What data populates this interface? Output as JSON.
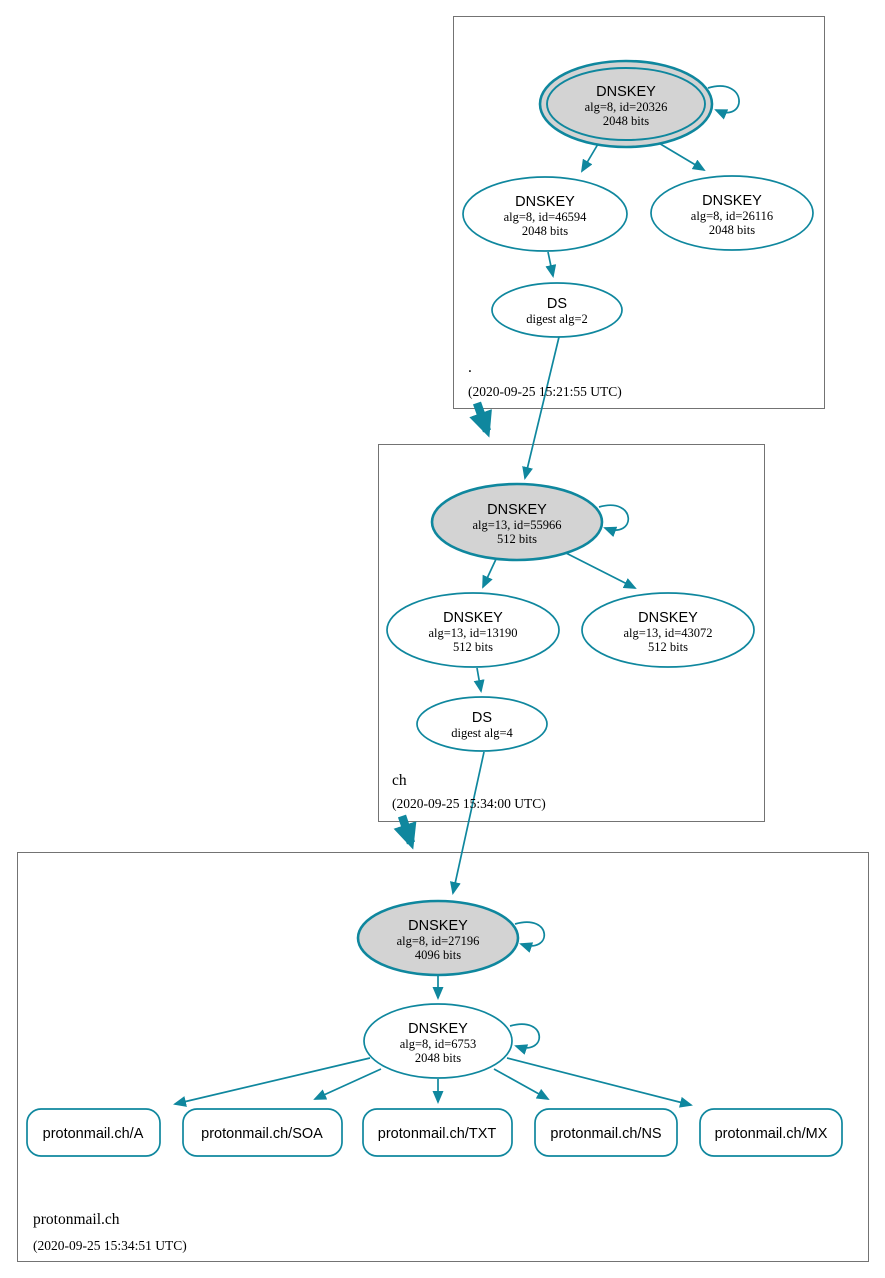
{
  "diagram_type": "dnssec-authentication-chain",
  "colors": {
    "accent_teal": "#0f879e",
    "ksk_fill": "#d3d3d3",
    "cluster_border": "#737373",
    "background": "#ffffff"
  },
  "zones": [
    {
      "label": ".",
      "timestamp": "(2020-09-25 15:21:55 UTC)",
      "ksk": {
        "title": "DNSKEY",
        "alg": "alg=8, id=20326",
        "bits": "2048 bits"
      },
      "zsk": {
        "title": "DNSKEY",
        "alg": "alg=8, id=46594",
        "bits": "2048 bits"
      },
      "extra": {
        "title": "DNSKEY",
        "alg": "alg=8, id=26116",
        "bits": "2048 bits"
      },
      "ds": {
        "title": "DS",
        "digest": "digest alg=2"
      }
    },
    {
      "label": "ch",
      "timestamp": "(2020-09-25 15:34:00 UTC)",
      "ksk": {
        "title": "DNSKEY",
        "alg": "alg=13, id=55966",
        "bits": "512 bits"
      },
      "zsk": {
        "title": "DNSKEY",
        "alg": "alg=13, id=13190",
        "bits": "512 bits"
      },
      "extra": {
        "title": "DNSKEY",
        "alg": "alg=13, id=43072",
        "bits": "512 bits"
      },
      "ds": {
        "title": "DS",
        "digest": "digest alg=4"
      }
    },
    {
      "label": "protonmail.ch",
      "timestamp": "(2020-09-25 15:34:51 UTC)",
      "ksk": {
        "title": "DNSKEY",
        "alg": "alg=8, id=27196",
        "bits": "4096 bits"
      },
      "zsk": {
        "title": "DNSKEY",
        "alg": "alg=8, id=6753",
        "bits": "2048 bits"
      },
      "rrsets": [
        {
          "label": "protonmail.ch/A"
        },
        {
          "label": "protonmail.ch/SOA"
        },
        {
          "label": "protonmail.ch/TXT"
        },
        {
          "label": "protonmail.ch/NS"
        },
        {
          "label": "protonmail.ch/MX"
        }
      ]
    }
  ]
}
